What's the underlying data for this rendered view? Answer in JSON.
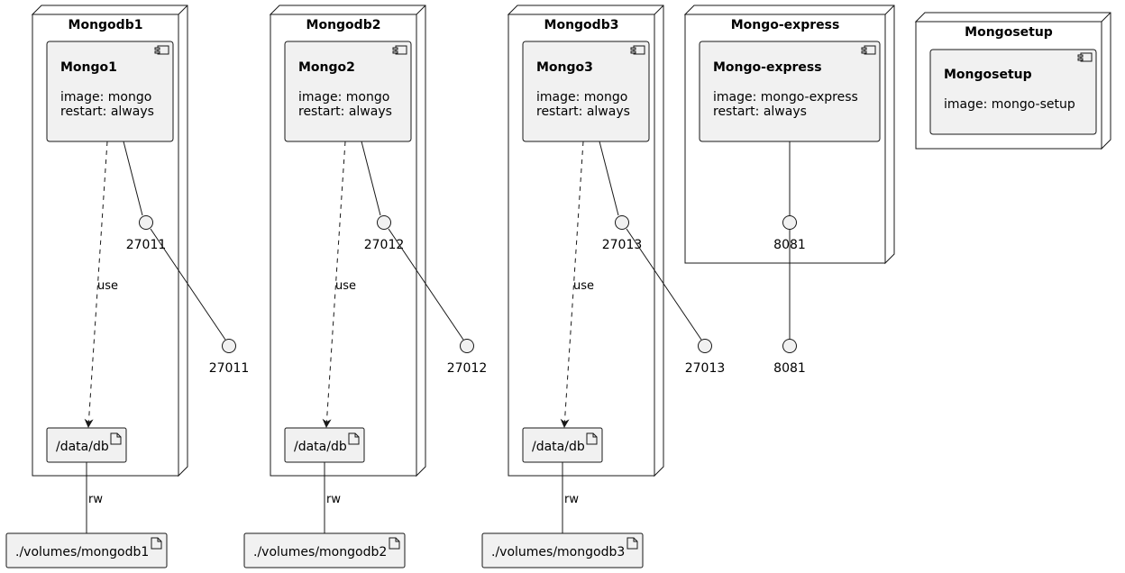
{
  "nodes": [
    {
      "title": "Mongodb1",
      "component": {
        "title": "Mongo1",
        "lines": [
          "image: mongo",
          "restart: always"
        ]
      },
      "inner_port": "27011",
      "outer_port": "27011",
      "use_label": "use",
      "artifact": "/data/db",
      "volume": "./volumes/mongodb1",
      "volume_label": "rw"
    },
    {
      "title": "Mongodb2",
      "component": {
        "title": "Mongo2",
        "lines": [
          "image: mongo",
          "restart: always"
        ]
      },
      "inner_port": "27012",
      "outer_port": "27012",
      "use_label": "use",
      "artifact": "/data/db",
      "volume": "./volumes/mongodb2",
      "volume_label": "rw"
    },
    {
      "title": "Mongodb3",
      "component": {
        "title": "Mongo3",
        "lines": [
          "image: mongo",
          "restart: always"
        ]
      },
      "inner_port": "27013",
      "outer_port": "27013",
      "use_label": "use",
      "artifact": "/data/db",
      "volume": "./volumes/mongodb3",
      "volume_label": "rw"
    },
    {
      "title": "Mongo-express",
      "component": {
        "title": "Mongo-express",
        "lines": [
          "image: mongo-express",
          "restart: always"
        ]
      },
      "inner_port": "8081",
      "outer_port": "8081"
    },
    {
      "title": "Mongosetup",
      "component": {
        "title": "Mongosetup",
        "lines": [
          "image: mongo-setup"
        ]
      }
    }
  ],
  "colors": {
    "stroke": "#181818",
    "box_fill": "#f1f1f1",
    "background": "#ffffff"
  }
}
